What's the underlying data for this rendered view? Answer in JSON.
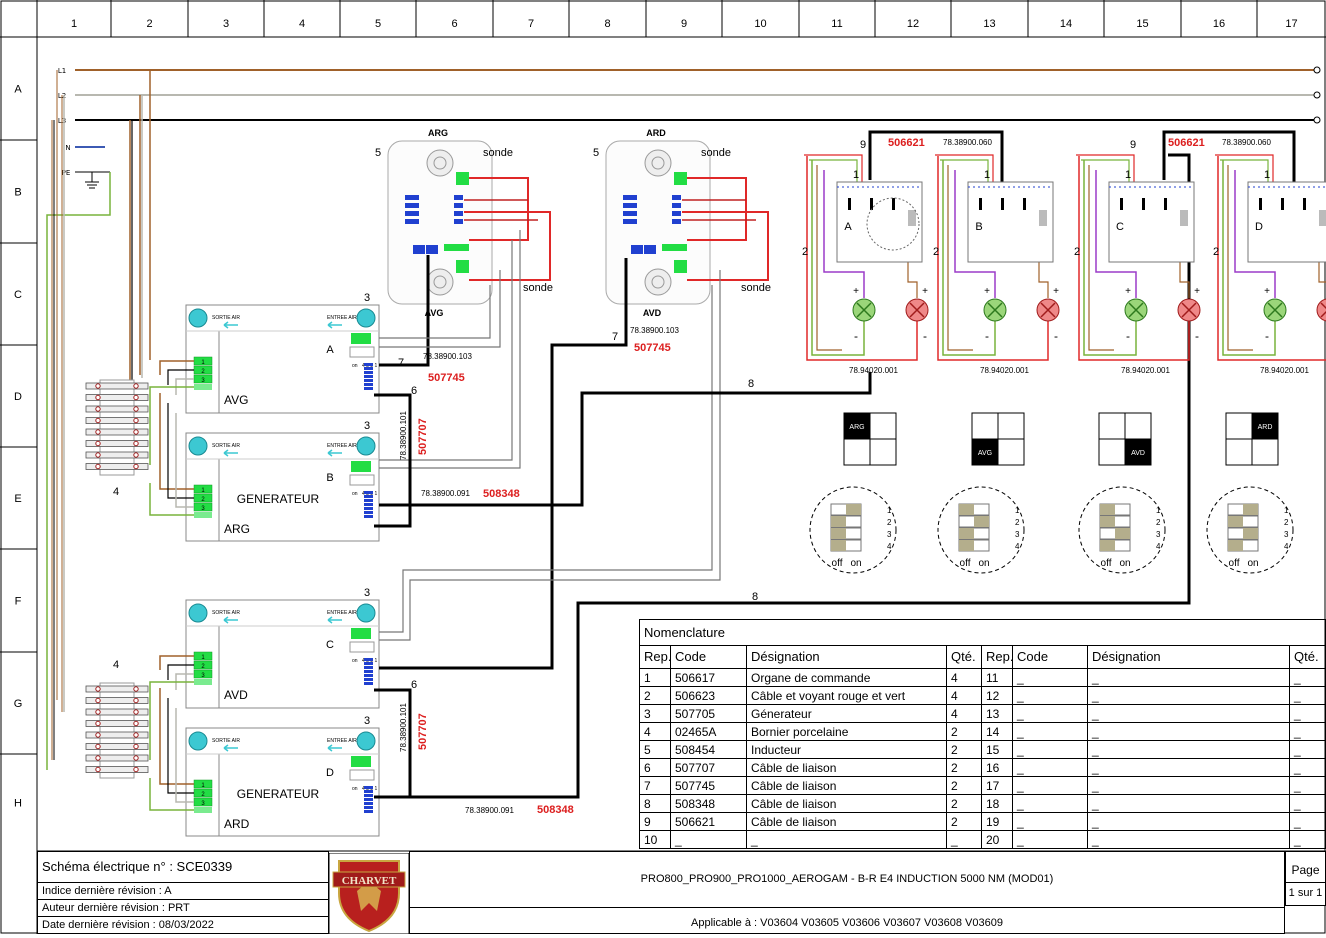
{
  "grid": {
    "columns": [
      "1",
      "2",
      "3",
      "4",
      "5",
      "6",
      "7",
      "8",
      "9",
      "10",
      "11",
      "12",
      "13",
      "14",
      "15",
      "16",
      "17"
    ],
    "rows": [
      "A",
      "B",
      "C",
      "D",
      "E",
      "F",
      "G",
      "H"
    ]
  },
  "supply": [
    "L1",
    "L2",
    "L3",
    "N",
    "PE"
  ],
  "sensor_boards": [
    {
      "name": "ARG",
      "mark": "5",
      "sonde_top": "sonde",
      "sonde_bottom": "sonde",
      "bottom_label": "AVG",
      "cable_num": "7",
      "cable_ref": "78.38900.103",
      "cable_code": "507745"
    },
    {
      "name": "ARD",
      "mark": "5",
      "sonde_top": "sonde",
      "sonde_bottom": "sonde",
      "bottom_label": "AVD",
      "cable_num": "7",
      "cable_ref": "78.38900.103",
      "cable_code": "507745"
    }
  ],
  "generators": [
    {
      "letter": "A",
      "label": "AVG",
      "mark": "3",
      "center": ""
    },
    {
      "letter": "B",
      "label": "ARG",
      "mark": "3",
      "center": "GENERATEUR"
    },
    {
      "letter": "C",
      "label": "AVD",
      "mark": "3",
      "center": ""
    },
    {
      "letter": "D",
      "label": "ARD",
      "mark": "3",
      "center": "GENERATEUR"
    }
  ],
  "generator_labels": {
    "air_out": "SORTIE AIR",
    "air_in": "ENTREE AIR",
    "on": "on",
    "dip": "4 3 2 1"
  },
  "terminal_blocks": [
    "1",
    "2",
    "3"
  ],
  "bornier_mark": "4",
  "cable6": {
    "num": "6",
    "ref": "78.38900.101",
    "code": "507707"
  },
  "cable8": {
    "num": "8",
    "ref": "78.38900.091",
    "code": "508348"
  },
  "cable9": {
    "num": "9",
    "ref": "78.38900.060",
    "code": "506621"
  },
  "control_panels": [
    {
      "letter": "A",
      "ref": "78.94020.001",
      "wire_mark": "2",
      "led_plus": "+",
      "led_minus": "-",
      "switch_num": "1"
    },
    {
      "letter": "B",
      "ref": "78.94020.001",
      "wire_mark": "2",
      "led_plus": "+",
      "led_minus": "-",
      "switch_num": "1"
    },
    {
      "letter": "C",
      "ref": "78.94020.001",
      "wire_mark": "2",
      "led_plus": "+",
      "led_minus": "-",
      "switch_num": "1"
    },
    {
      "letter": "D",
      "ref": "78.94020.001",
      "wire_mark": "2",
      "led_plus": "+",
      "led_minus": "-",
      "switch_num": "1"
    }
  ],
  "zone_indicators": [
    "ARG",
    "AVG",
    "AVD",
    "ARD"
  ],
  "dip_labels": {
    "off": "off",
    "on": "on",
    "nums": [
      "1",
      "2",
      "3",
      "4"
    ]
  },
  "nomenclature": {
    "title": "Nomenclature",
    "headers": [
      "Rep.",
      "Code",
      "Désignation",
      "Qté.",
      "Rep.",
      "Code",
      "Désignation",
      "Qté."
    ],
    "rows": [
      [
        "1",
        "506617",
        "Organe de commande",
        "4",
        "11",
        "_",
        "_",
        "_"
      ],
      [
        "2",
        "506623",
        "Câble et voyant rouge et vert",
        "4",
        "12",
        "_",
        "_",
        "_"
      ],
      [
        "3",
        "507705",
        "Génerateur",
        "4",
        "13",
        "_",
        "_",
        "_"
      ],
      [
        "4",
        "02465A",
        "Bornier porcelaine",
        "2",
        "14",
        "_",
        "_",
        "_"
      ],
      [
        "5",
        "508454",
        "Inducteur",
        "2",
        "15",
        "_",
        "_",
        "_"
      ],
      [
        "6",
        "507707",
        "Câble de liaison",
        "2",
        "16",
        "_",
        "_",
        "_"
      ],
      [
        "7",
        "507745",
        "Câble de liaison",
        "2",
        "17",
        "_",
        "_",
        "_"
      ],
      [
        "8",
        "508348",
        "Câble de liaison",
        "2",
        "18",
        "_",
        "_",
        "_"
      ],
      [
        "9",
        "506621",
        "Câble de liaison",
        "2",
        "19",
        "_",
        "_",
        "_"
      ],
      [
        "10",
        "_",
        "_",
        "_",
        "20",
        "_",
        "_",
        "_"
      ]
    ]
  },
  "title_block": {
    "schema": "Schéma électrique n° : SCE0339",
    "indice": "Indice dernière révision : A",
    "auteur": "Auteur dernière révision : PRT",
    "date": "Date dernière révision : 08/03/2022",
    "logo": "CHARVET",
    "product": "PRO800_PRO900_PRO1000_AEROGAM -  B-R  E4 INDUCTION 5000 NM (MOD01)",
    "applicable": "Applicable à : V03604 V03605 V03606 V03607 V03608 V03609",
    "page_label": "Page",
    "page_value": "1 sur 1"
  },
  "colors": {
    "brown": "#a0612a",
    "grey": "#b8b8b0",
    "green": "#78b43c",
    "red": "#e02828",
    "purple": "#9b3cc8",
    "cyan": "#3cc8d2",
    "blue": "#1e2d9b",
    "label_red": "#dc1e1e"
  }
}
